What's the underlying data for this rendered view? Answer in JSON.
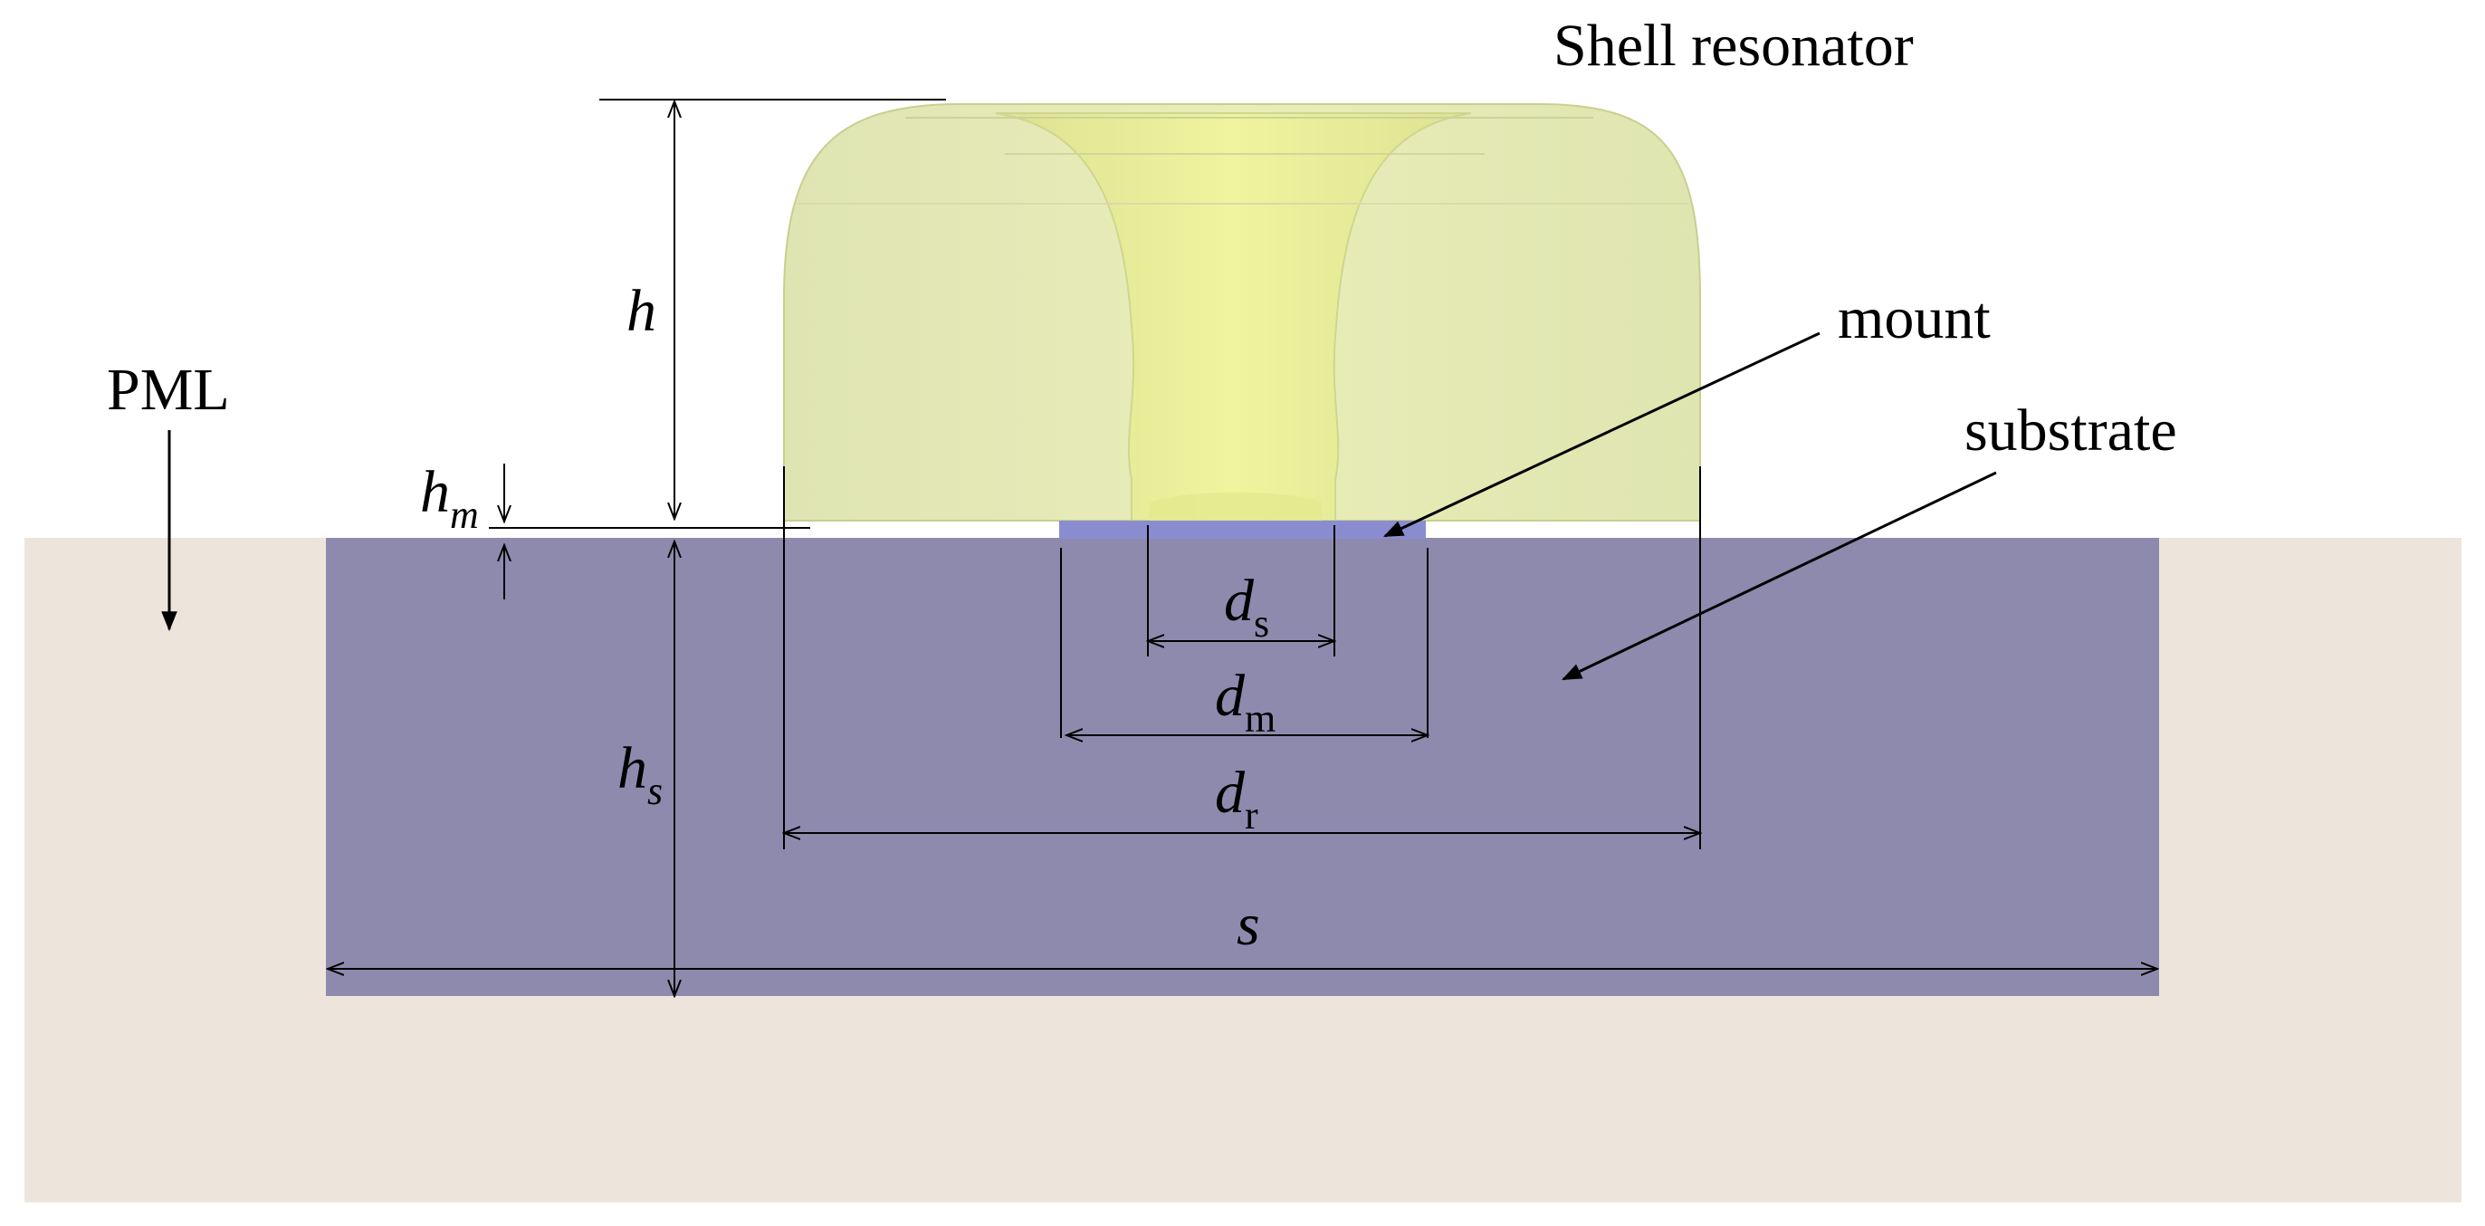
{
  "labels": {
    "title": "Shell resonator",
    "mount": "mount",
    "substrate": "substrate",
    "pml": "PML"
  },
  "dimensions": {
    "h": {
      "main": "h",
      "sub": ""
    },
    "hm": {
      "main": "h",
      "sub": "m"
    },
    "hs": {
      "main": "h",
      "sub": "s"
    },
    "ds": {
      "main": "d",
      "sub": "s"
    },
    "dm": {
      "main": "d",
      "sub": "m"
    },
    "dr": {
      "main": "d",
      "sub": "r"
    },
    "s": {
      "main": "s",
      "sub": ""
    }
  },
  "colors": {
    "pml": "#ede5dc",
    "substrate": "#8e8aae",
    "mount": "#8a8cd0",
    "shell": "#e0e6a6",
    "shell_highlight": "#eef3a0"
  }
}
